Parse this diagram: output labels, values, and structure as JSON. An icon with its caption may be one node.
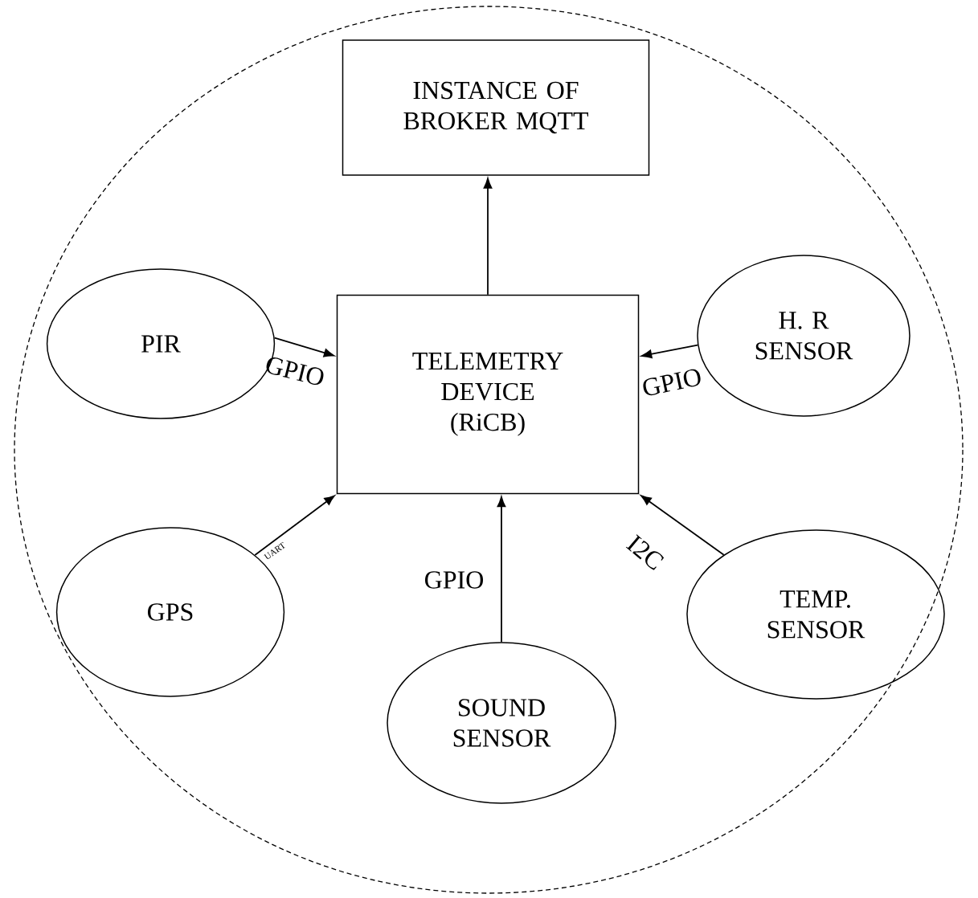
{
  "diagram": {
    "nodes": [
      {
        "text": [
          "INSTANCE OF BROKER MQTT"
        ]
      },
      {
        "text": [
          "TELEMETRY DEVICE (RiCB)"
        ]
      },
      {
        "text": [
          "PIR"
        ]
      },
      {
        "text": [
          "H. R SENSOR"
        ]
      },
      {
        "text": [
          "GPS"
        ]
      },
      {
        "text": [
          "SOUND SENSOR"
        ]
      },
      {
        "text": [
          "TEMP. SENSOR"
        ]
      }
    ],
    "edges": [
      {
        "from": 1,
        "to": 0,
        "arrow": "to"
      },
      {
        "from": 2,
        "to": 1,
        "arrow": "to",
        "label": "GPIO"
      },
      {
        "from": 3,
        "to": 1,
        "arrow": "to",
        "label": "GPIO"
      },
      {
        "from": 4,
        "to": 1,
        "arrow": "to",
        "label": "UART"
      },
      {
        "from": 5,
        "to": 1,
        "arrow": "to",
        "label": "GPIO"
      },
      {
        "from": 6,
        "to": 1,
        "arrow": "to",
        "label": "I2C"
      }
    ]
  }
}
